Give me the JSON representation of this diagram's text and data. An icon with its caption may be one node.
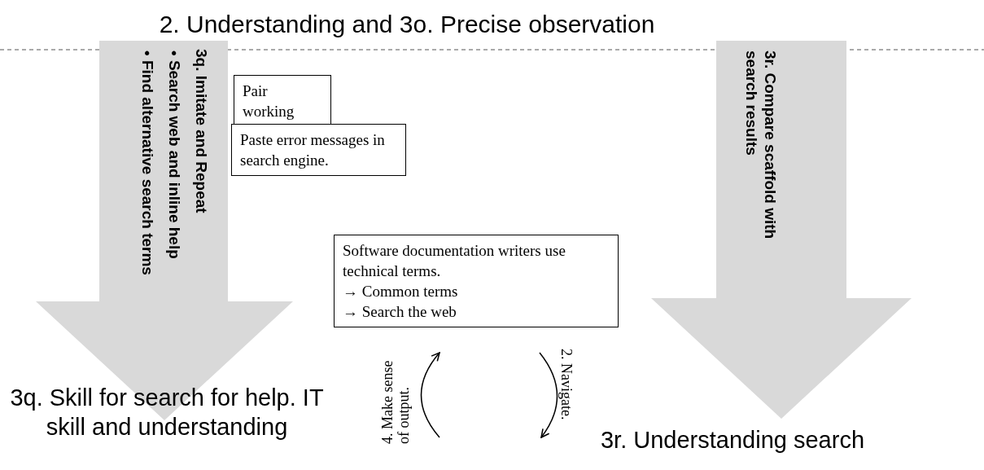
{
  "diagram": {
    "title": "2. Understanding and 3o. Precise observation",
    "nodes": [
      {
        "text": [
          "3q. Imitate and Repeat",
          "• Search web and inline help",
          "• Find alternative search terms"
        ]
      },
      {
        "text": [
          "Pair working"
        ]
      },
      {
        "text": [
          "Paste error messages in search engine."
        ]
      },
      {
        "text": [
          "Software documentation writers use technical terms.",
          "→ Common terms",
          "→ Search the web"
        ]
      },
      {
        "text": [
          "3r. Compare scaffold with search results"
        ]
      }
    ],
    "labels": [
      "3q. Skill for search for help. IT skill and understanding",
      "4. Make sense of output.",
      "2. Navigate.",
      "3r. Understanding search"
    ]
  }
}
